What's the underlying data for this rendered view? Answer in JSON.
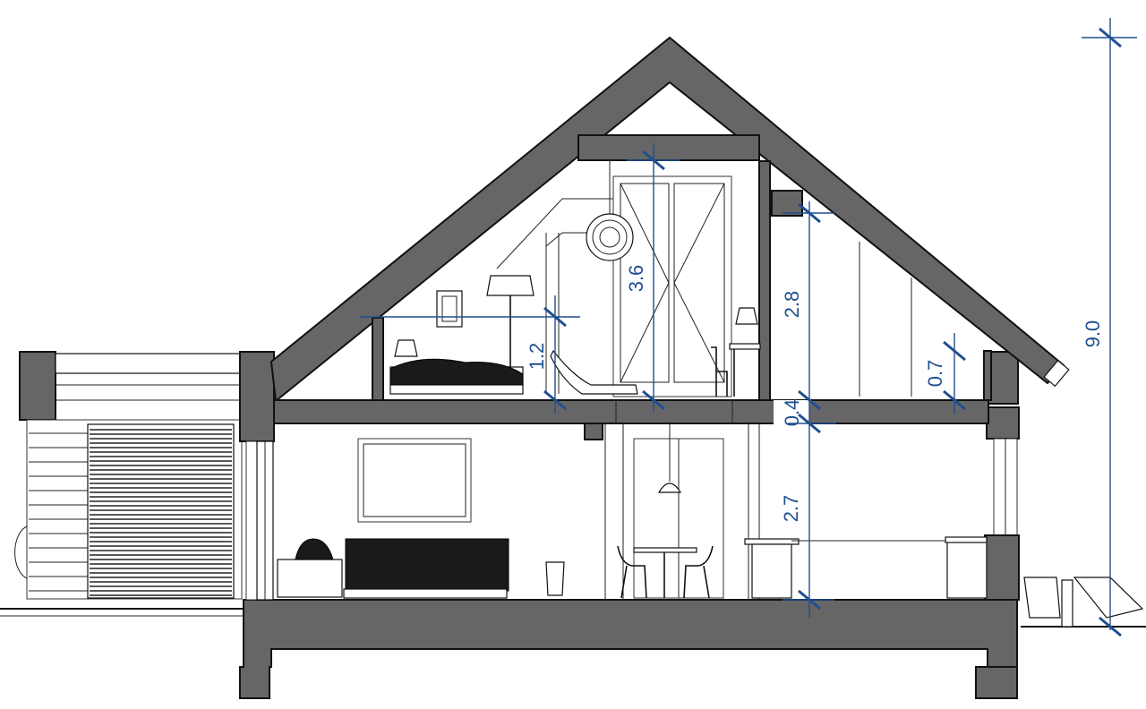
{
  "colors": {
    "dimension": "#1f4f8f",
    "wall_fill": "#666666",
    "outline": "#111111",
    "background": "#ffffff"
  },
  "dimensions": {
    "total_height": "9.0",
    "attic_height": "3.6",
    "attic_side_height": "2.8",
    "knee_wall": "1.2",
    "low_wall": "0.7",
    "floor_slab": "0.4",
    "ground_floor_height": "2.7"
  }
}
